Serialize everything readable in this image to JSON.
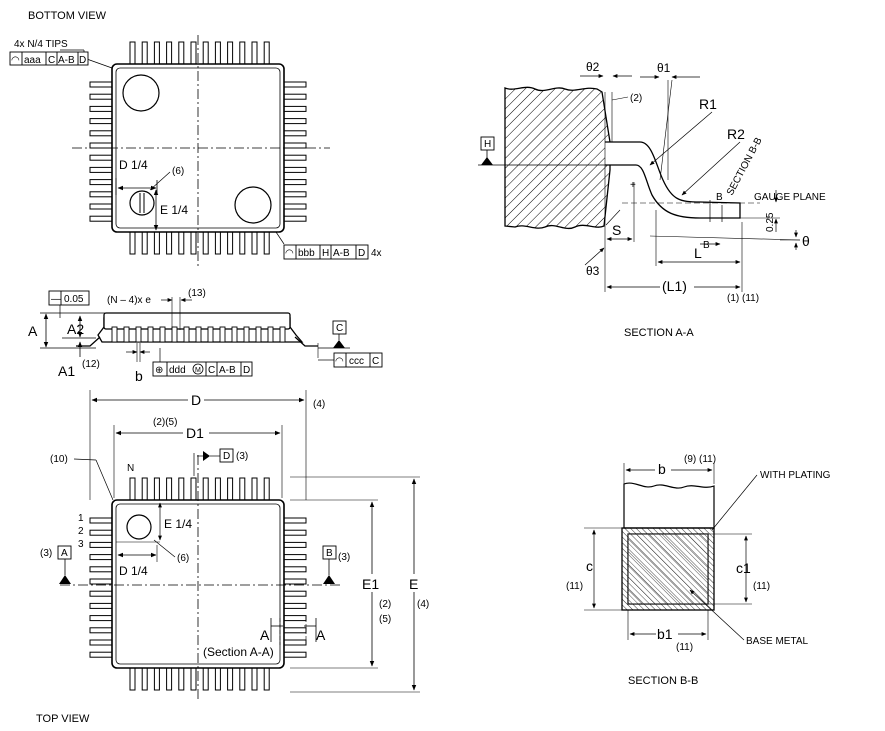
{
  "captions": {
    "bottom_view": "BOTTOM VIEW",
    "top_view": "TOP VIEW",
    "section_aa": "SECTION A-A",
    "section_bb": "SECTION B-B"
  },
  "bottom": {
    "tips": "4x N/4 TIPS",
    "fcf1": {
      "sym": "◠",
      "tol": "aaa",
      "d1": "C",
      "d2": "A-B",
      "d3": "D"
    },
    "fcf2": {
      "sym": "◠",
      "tol": "bbb",
      "d1": "H",
      "d2": "A-B",
      "d3": "D"
    },
    "fcf2_suffix": "4x",
    "d14": "D 1/4",
    "e14": "E 1/4",
    "note6": "(6)"
  },
  "side": {
    "flat": {
      "sym": "—",
      "val": "0.05"
    },
    "pitch": "(N – 4)x e",
    "note13": "(13)",
    "A": "A",
    "A2": "A2",
    "A1": "A1",
    "note12": "(12)",
    "b": "b",
    "datumC": "C",
    "fcf_ddd": {
      "sym": "⊕",
      "tol": "ddd",
      "mod": "M",
      "d1": "C",
      "d2": "A-B",
      "d3": "D"
    },
    "fcf_ccc": {
      "sym": "◠",
      "tol": "ccc",
      "d1": "C"
    }
  },
  "top": {
    "D": "D",
    "note4a": "(4)",
    "D1": "D1",
    "note25": "(2)(5)",
    "note10": "(10)",
    "N": "N",
    "datumD": "D",
    "note3a": "(3)",
    "pins": [
      "1",
      "2",
      "3"
    ],
    "e14": "E 1/4",
    "d14": "D 1/4",
    "note6": "(6)",
    "datumA": "A",
    "note3b": "(3)",
    "datumB": "B",
    "note3c": "(3)",
    "E1": "E1",
    "note2": "(2)",
    "note5": "(5)",
    "E": "E",
    "note4b": "(4)",
    "secA1": "A",
    "secA2": "A",
    "secAA": "(Section A-A)"
  },
  "sectionAA": {
    "theta2": "θ2",
    "theta1": "θ1",
    "note2": "(2)",
    "R1": "R1",
    "R2": "R2",
    "H": "H",
    "secBB": "SECTION B-B",
    "B1": "B",
    "B2": "B",
    "gauge": "GAUGE PLANE",
    "v025": "0.25",
    "S": "S",
    "L": "L",
    "theta": "θ",
    "theta3": "θ3",
    "L1": "(L1)",
    "note111": "(1) (11)"
  },
  "sectionBB": {
    "b": "b",
    "note911": "(9) (11)",
    "plating": "WITH PLATING",
    "c": "c",
    "c11": "(11)",
    "c1": "c1",
    "c1_11": "(11)",
    "b1": "b1",
    "b1_11": "(11)",
    "base": "BASE METAL"
  }
}
